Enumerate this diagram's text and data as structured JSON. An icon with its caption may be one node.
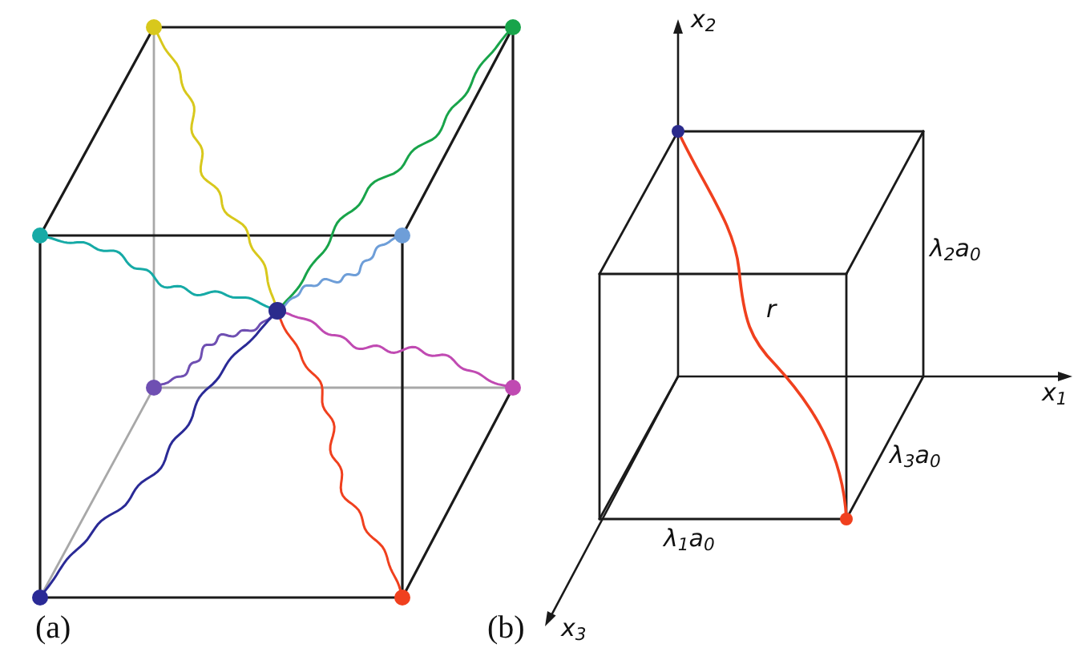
{
  "diagram": {
    "labels": [
      "x$_{2}$",
      "λ$_{2}$a$_{0}$",
      "r",
      "x$_{1}$",
      "λ$_{3}$a$_{0}$",
      "λ$_{1}$a$_{0}$",
      "(a)",
      "(b)",
      "x$_{3}$"
    ]
  }
}
